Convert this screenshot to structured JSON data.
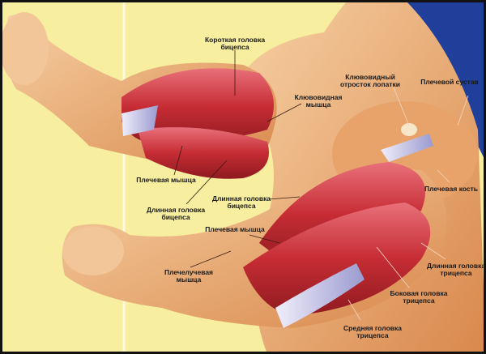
{
  "title": "Мышцы плеча",
  "labels": {
    "short_biceps": [
      "Короткая головка",
      "бицепса"
    ],
    "coracobrachialis": [
      "Клювовидная",
      "мышца"
    ],
    "coracoid": [
      "Клювовидный",
      "отросток лопатки"
    ],
    "shoulder_joint": "Плечевой сустав",
    "brachialis_top": "Плечевая мышца",
    "long_biceps_left": [
      "Длинная головка",
      "бицепса"
    ],
    "long_biceps_center": [
      "Длинная головка",
      "бицепса"
    ],
    "humerus": "Плечевая кость",
    "brachialis_bottom": "Плечевая мышца",
    "brachioradialis": [
      "Плечелучевая",
      "мышца"
    ],
    "long_triceps": [
      "Длинная головка",
      "трицепса"
    ],
    "lateral_triceps": [
      "Боковая головка",
      "трицепса"
    ],
    "medial_triceps": [
      "Средняя головка",
      "трицепса"
    ]
  },
  "colors": {
    "background": "#f7eea0",
    "sky": "#1f3f9a",
    "skin": "#f0b886",
    "muscle": "#c8323a",
    "tendon": "#c9c9ea",
    "frame": "#111111"
  }
}
